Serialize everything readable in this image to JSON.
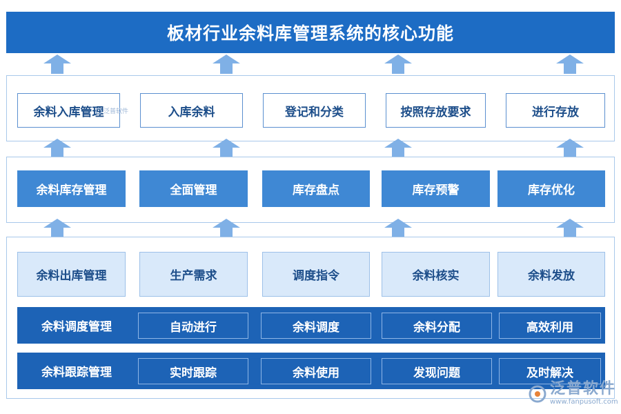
{
  "title": "板材行业余料库管理系统的核心功能",
  "top_row": [
    "余料入库管理",
    "入库余料",
    "登记和分类",
    "按照存放要求",
    "进行存放"
  ],
  "middle_row": [
    "余料库存管理",
    "全面管理",
    "库存盘点",
    "库存预警",
    "库存优化"
  ],
  "bottom_row": [
    "余料出库管理",
    "生产需求",
    "调度指令",
    "余料核实",
    "余料发放"
  ],
  "dispatch_band": {
    "label": "余料调度管理",
    "cells": [
      "自动进行",
      "余料调度",
      "余料分配",
      "高效利用"
    ]
  },
  "tracking_band": {
    "label": "余料跟踪管理",
    "cells": [
      "实时跟踪",
      "余料使用",
      "发现问题",
      "及时解决"
    ]
  },
  "watermark": {
    "small": "泛普软件",
    "name": "泛普软件",
    "url": "www.fanpusoft.com"
  },
  "colors": {
    "title_bg": "#1d6cc4",
    "mid_box": "#3f88d4",
    "light_box": "#d9e9fa",
    "band": "#1d63b6",
    "arrow": "#7fb0e6"
  }
}
